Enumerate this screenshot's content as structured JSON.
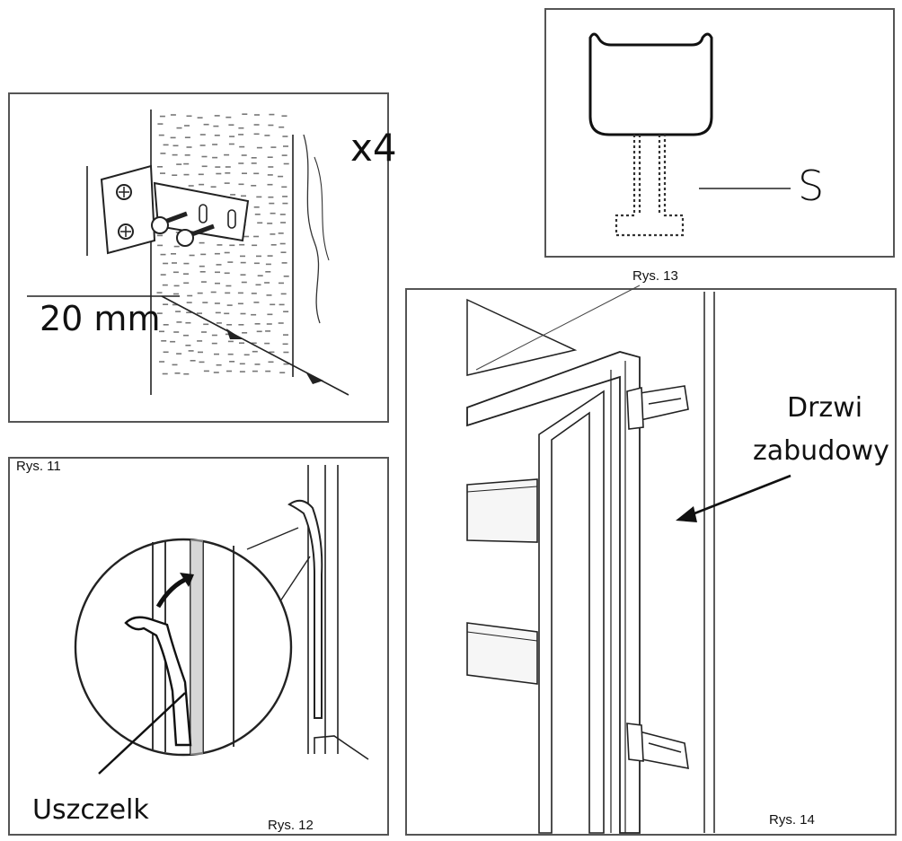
{
  "fig11": {
    "caption": "Rys. 11",
    "qty": "x4",
    "dimension": "20 mm"
  },
  "fig12": {
    "caption": "Rys. 12",
    "seal_label": "Uszczelk"
  },
  "fig13": {
    "caption": "Rys. 13",
    "part_label": "S"
  },
  "fig14": {
    "caption": "Rys. 14",
    "door_label_line1": "Drzwi",
    "door_label_line2": "zabudowy"
  },
  "colors": {
    "ink": "#1a1a1a",
    "frame": "#555555",
    "dots": "#777777"
  }
}
